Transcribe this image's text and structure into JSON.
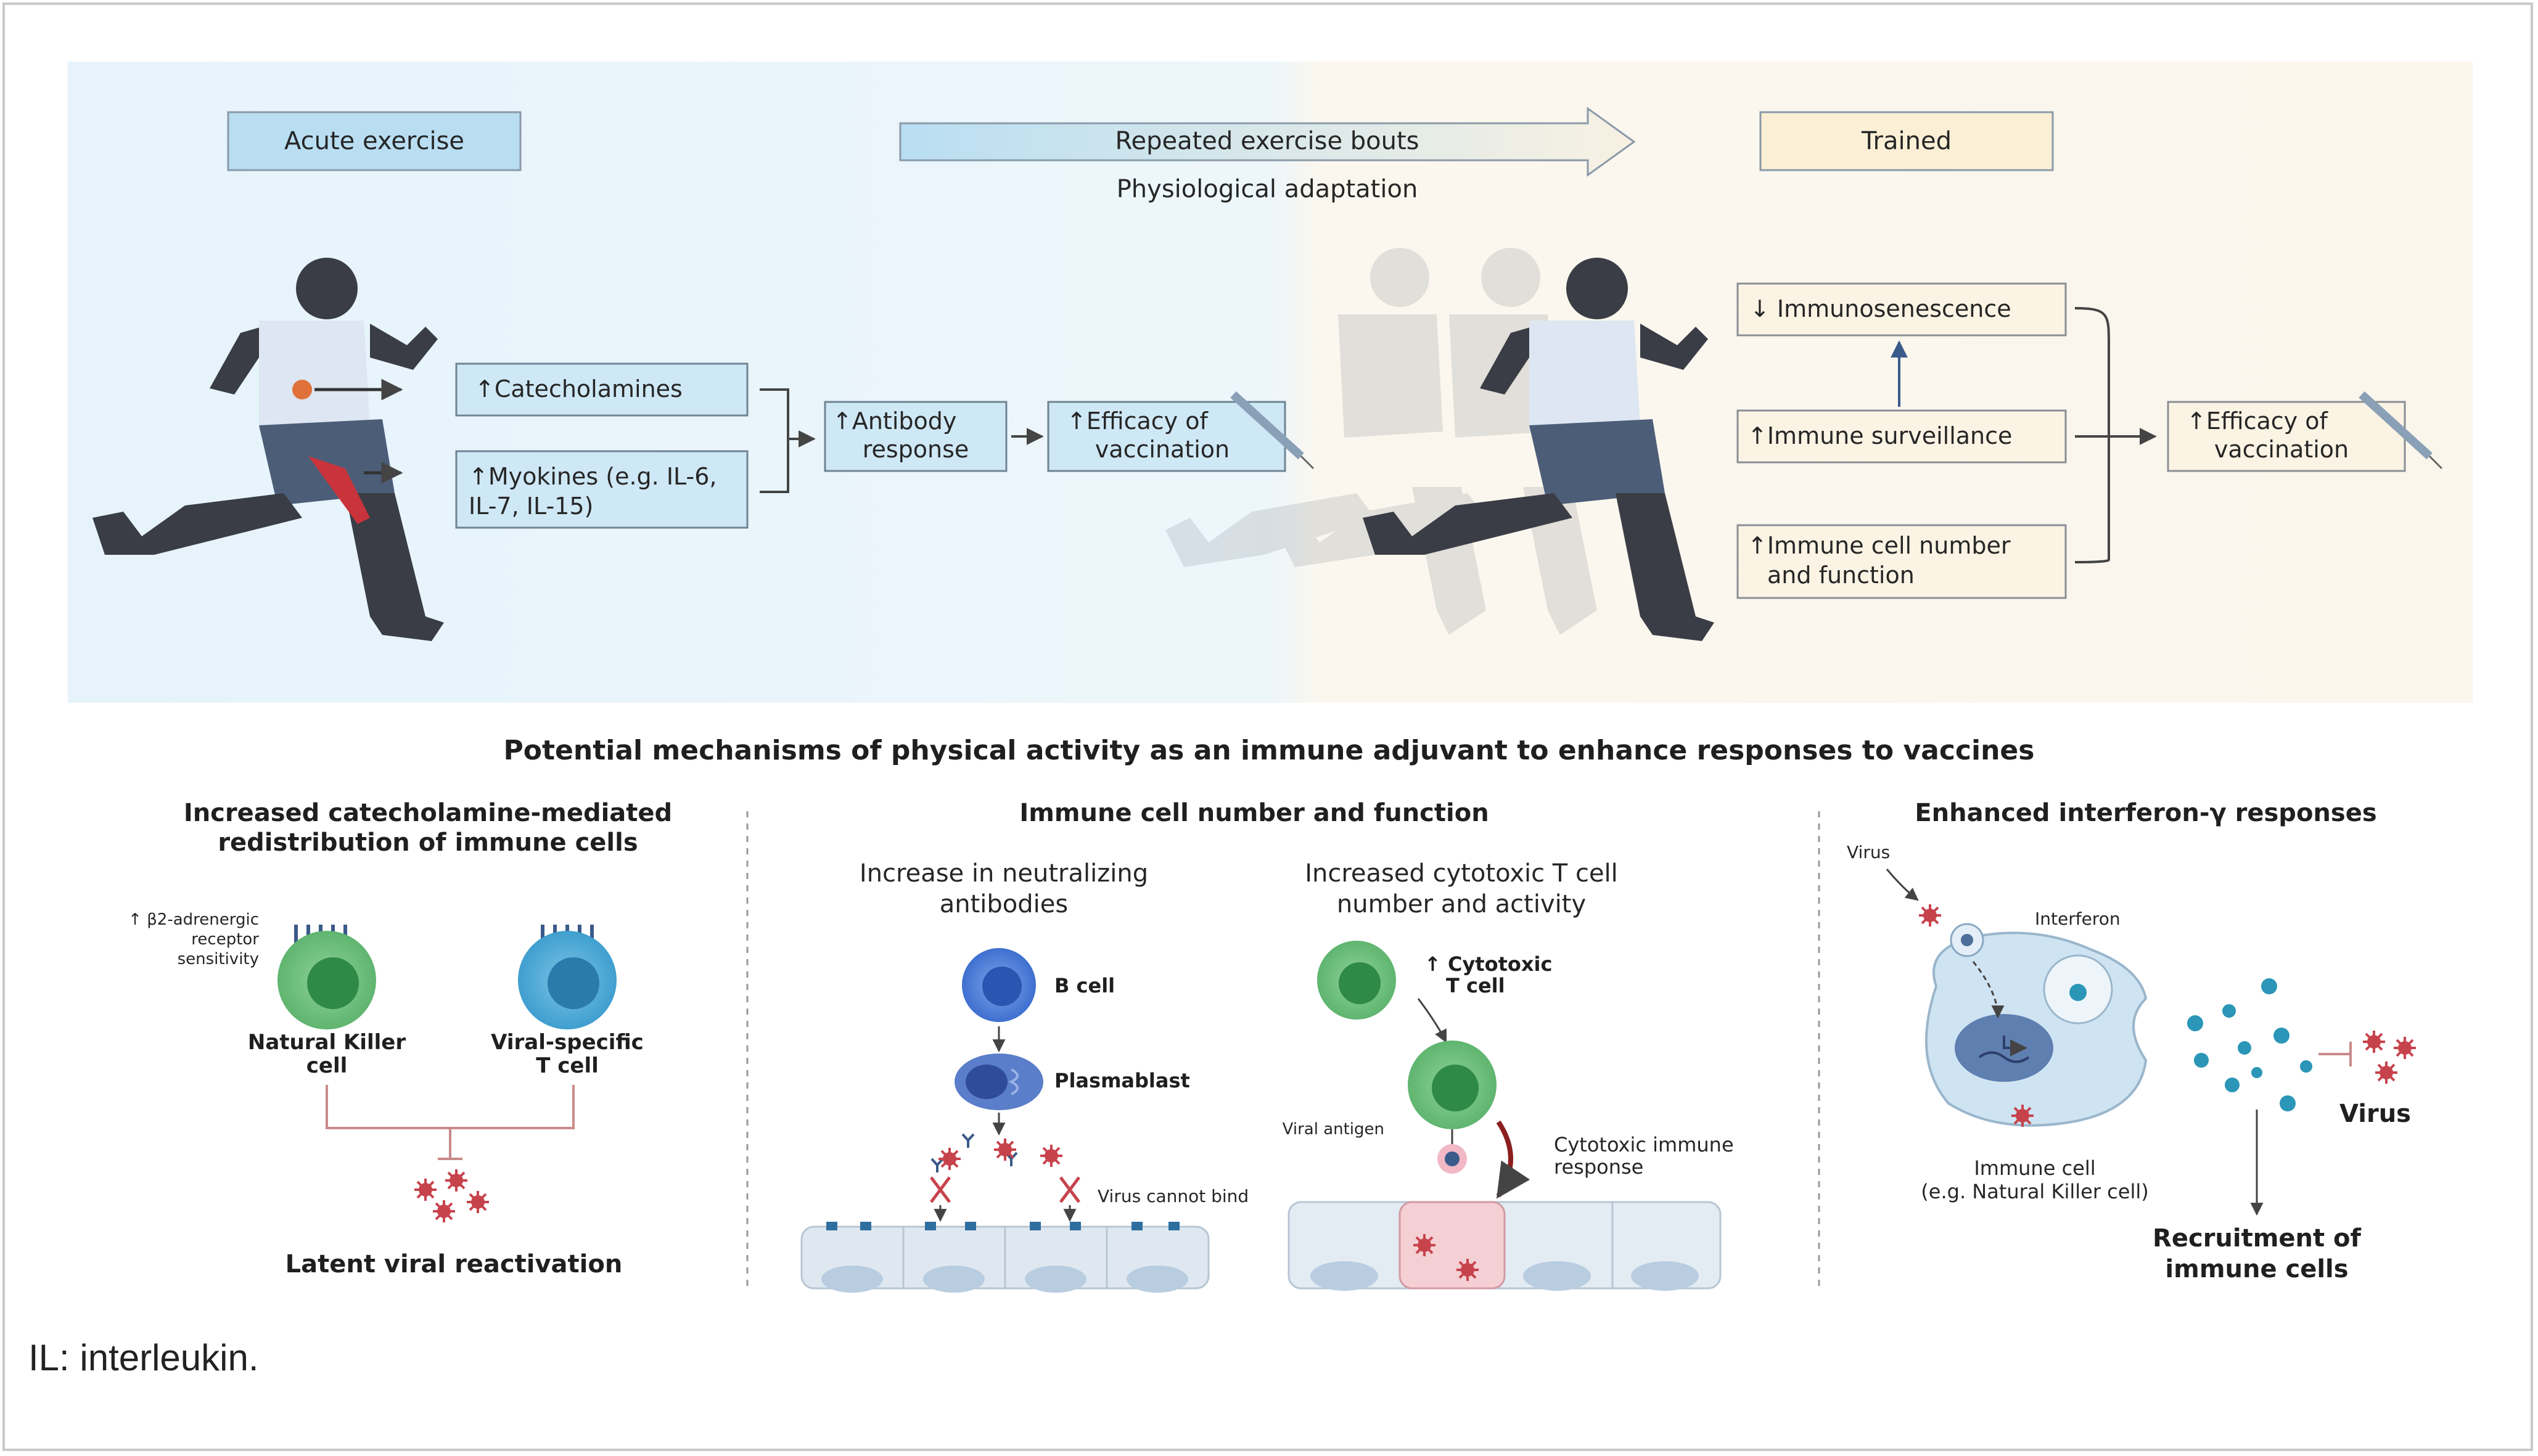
{
  "top": {
    "acute_label": "Acute exercise",
    "repeated_label": "Repeated exercise bouts",
    "adaptation_label": "Physiological adaptation",
    "trained_label": "Trained",
    "catecholamines": "↑Catecholamines",
    "myokines_line1": "↑Myokines (e.g. IL-6,",
    "myokines_line2": "IL-7, IL-15)",
    "antibody_line1": "↑Antibody",
    "antibody_line2": "response",
    "efficacy_line1": "↑Efficacy of",
    "efficacy_line2": "vaccination",
    "immunosenescence": "↓ Immunosenescence",
    "surveillance": "↑Immune surveillance",
    "cellnum_line1": "↑Immune cell number",
    "cellnum_line2": "and function",
    "efficacy2_line1": "↑Efficacy of",
    "efficacy2_line2": "vaccination"
  },
  "mechanisms": {
    "title": "Potential mechanisms of physical activity as an immune adjuvant to enhance responses to vaccines",
    "panel1": {
      "title_line1": "Increased catecholamine-mediated",
      "title_line2": "redistribution of immune cells",
      "receptor_line1": "↑ β2-adrenergic",
      "receptor_line2": "receptor",
      "receptor_line3": "sensitivity",
      "nk_line1": "Natural Killer",
      "nk_line2": "cell",
      "tcell_line1": "Viral-specific",
      "tcell_line2": "T cell",
      "latent": "Latent viral reactivation"
    },
    "panel2": {
      "title": "Immune cell number and function",
      "left_line1": "Increase in neutralizing",
      "left_line2": "antibodies",
      "bcell": "B cell",
      "plasmablast": "Plasmablast",
      "virus_cannot_bind": "Virus cannot bind",
      "right_line1": "Increased cytotoxic T cell",
      "right_line2": "number and activity",
      "cytotoxic_line1": "↑ Cytotoxic",
      "cytotoxic_line2": "T cell",
      "viral_antigen": "Viral antigen",
      "response_line1": "Cytotoxic immune",
      "response_line2": "response"
    },
    "panel3": {
      "title": "Enhanced interferon-γ responses",
      "virus_small": "Virus",
      "interferon": "Interferon",
      "virus_big": "Virus",
      "immune_line1": "Immune cell",
      "immune_line2": "(e.g. Natural Killer cell)",
      "recruit_line1": "Recruitment of",
      "recruit_line2": "immune cells"
    }
  },
  "footnote": "IL: interleukin.",
  "colors": {
    "blue_box": "#cfe8f6",
    "cream_box": "#fbf3e4",
    "runner_dark": "#3a3d45",
    "runner_shirt": "#dde6f2",
    "nk_green": "#6cc07a",
    "tcell_blue": "#3f9fcf",
    "virus_red": "#c7434c"
  }
}
